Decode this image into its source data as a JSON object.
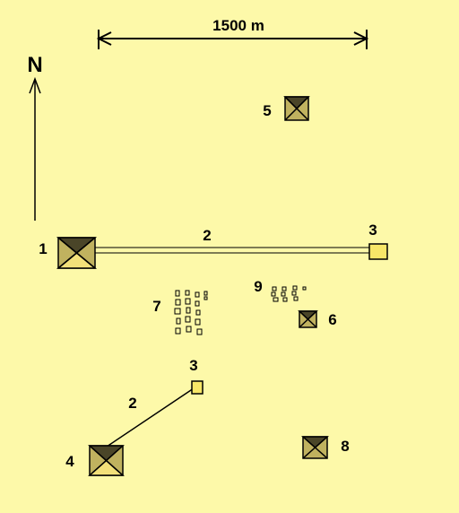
{
  "colors": {
    "background": "#fdf9a9",
    "pyramid_light": "#c0b25f",
    "pyramid_bottom": "#f2e07a",
    "pyramid_dark": "#4a4528",
    "causeway": "#fdf9a9",
    "valley_temple": "#f8e768",
    "outline": "#000000"
  },
  "scale": {
    "label": "1500 m"
  },
  "north": {
    "label": "N"
  },
  "labels": {
    "pyramid_1": "1",
    "causeway_1": "2",
    "valley_temple_1": "3",
    "pyramid_4": "4",
    "causeway_4": "2",
    "valley_temple_4": "3",
    "pyramid_5": "5",
    "pyramid_6": "6",
    "mastaba_field_7": "7",
    "pyramid_8": "8",
    "mastaba_field_9": "9"
  }
}
